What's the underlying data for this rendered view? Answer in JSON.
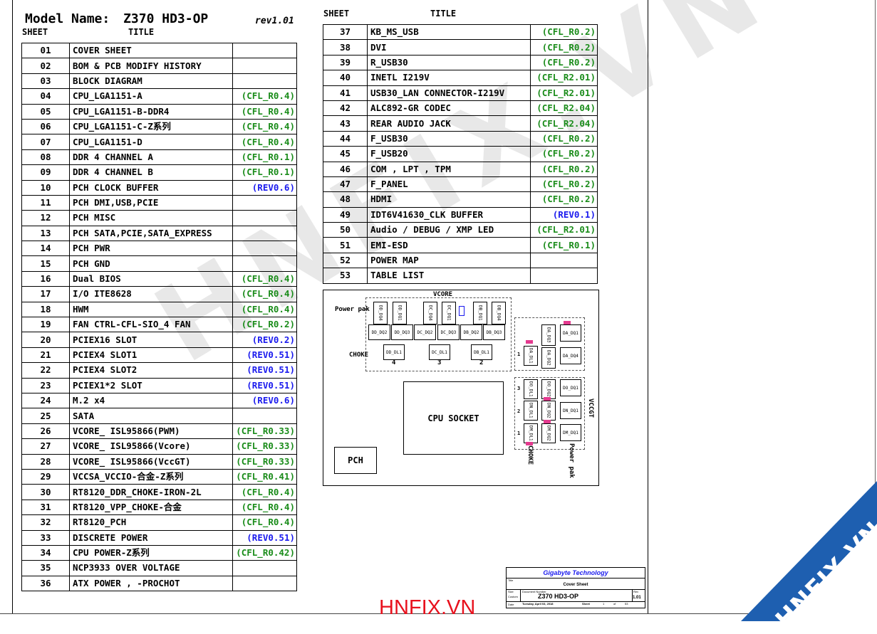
{
  "header": {
    "model_label": "Model Name:",
    "model_name": "Z370 HD3-OP",
    "rev": "rev1.01",
    "col_sheet": "SHEET",
    "col_title": "TITLE"
  },
  "left_rows": [
    {
      "no": "01",
      "title": "COVER SHEET",
      "rev": "",
      "c": ""
    },
    {
      "no": "02",
      "title": "BOM & PCB MODIFY HISTORY",
      "rev": "",
      "c": ""
    },
    {
      "no": "03",
      "title": "BLOCK DIAGRAM",
      "rev": "",
      "c": ""
    },
    {
      "no": "04",
      "title": "CPU_LGA1151-A",
      "rev": "(CFL_R0.4)",
      "c": "g"
    },
    {
      "no": "05",
      "title": "CPU_LGA1151-B-DDR4",
      "rev": "(CFL_R0.4)",
      "c": "g"
    },
    {
      "no": "06",
      "title": "CPU_LGA1151-C-Z系列",
      "rev": "(CFL_R0.4)",
      "c": "g"
    },
    {
      "no": "07",
      "title": "CPU_LGA1151-D",
      "rev": "(CFL_R0.4)",
      "c": "g"
    },
    {
      "no": "08",
      "title": "DDR 4 CHANNEL A",
      "rev": "(CFL_R0.1)",
      "c": "g"
    },
    {
      "no": "09",
      "title": "DDR 4 CHANNEL B",
      "rev": "(CFL_R0.1)",
      "c": "g"
    },
    {
      "no": "10",
      "title": "PCH CLOCK BUFFER",
      "rev": "(REV0.6)",
      "c": "b"
    },
    {
      "no": "11",
      "title": "PCH DMI,USB,PCIE",
      "rev": "",
      "c": ""
    },
    {
      "no": "12",
      "title": "PCH MISC",
      "rev": "",
      "c": ""
    },
    {
      "no": "13",
      "title": "PCH SATA,PCIE,SATA_EXPRESS",
      "rev": "",
      "c": ""
    },
    {
      "no": "14",
      "title": "PCH PWR",
      "rev": "",
      "c": ""
    },
    {
      "no": "15",
      "title": "PCH GND",
      "rev": "",
      "c": ""
    },
    {
      "no": "16",
      "title": "Dual BIOS",
      "rev": "(CFL_R0.4)",
      "c": "g"
    },
    {
      "no": "17",
      "title": "I/O ITE8628",
      "rev": "(CFL_R0.4)",
      "c": "g"
    },
    {
      "no": "18",
      "title": "HWM",
      "rev": "(CFL_R0.4)",
      "c": "g"
    },
    {
      "no": "19",
      "title": "FAN CTRL-CFL-SIO_4 FAN",
      "rev": "(CFL_R0.2)",
      "c": "g"
    },
    {
      "no": "20",
      "title": "PCIEX16 SLOT",
      "rev": "(REV0.2)",
      "c": "b"
    },
    {
      "no": "21",
      "title": "PCIEX4 SLOT1",
      "rev": "(REV0.51)",
      "c": "b"
    },
    {
      "no": "22",
      "title": "PCIEX4 SLOT2",
      "rev": "(REV0.51)",
      "c": "b"
    },
    {
      "no": "23",
      "title": "PCIEX1*2 SLOT",
      "rev": "(REV0.51)",
      "c": "b"
    },
    {
      "no": "24",
      "title": "M.2 x4",
      "rev": "(REV0.6)",
      "c": "b"
    },
    {
      "no": "25",
      "title": "SATA",
      "rev": "",
      "c": ""
    },
    {
      "no": "26",
      "title": "VCORE_ ISL95866(PWM)",
      "rev": "(CFL_R0.33)",
      "c": "g"
    },
    {
      "no": "27",
      "title": "VCORE_ ISL95866(Vcore)",
      "rev": "(CFL_R0.33)",
      "c": "g"
    },
    {
      "no": "28",
      "title": "VCORE_ ISL95866(VccGT)",
      "rev": "(CFL_R0.33)",
      "c": "g"
    },
    {
      "no": "29",
      "title": "VCCSA_VCCIO-合金-Z系列",
      "rev": "(CFL_R0.41)",
      "c": "g"
    },
    {
      "no": "30",
      "title": "RT8120_DDR_CHOKE-IRON-2L",
      "rev": "(CFL_R0.4)",
      "c": "g"
    },
    {
      "no": "31",
      "title": "RT8120_VPP_CHOKE-合金",
      "rev": "(CFL_R0.4)",
      "c": "g"
    },
    {
      "no": "32",
      "title": "RT8120_PCH",
      "rev": "(CFL_R0.4)",
      "c": "g"
    },
    {
      "no": "33",
      "title": "DISCRETE POWER",
      "rev": "(REV0.51)",
      "c": "b"
    },
    {
      "no": "34",
      "title": "CPU POWER-Z系列",
      "rev": "(CFL_R0.42)",
      "c": "g"
    },
    {
      "no": "35",
      "title": "NCP3933 OVER VOLTAGE",
      "rev": "",
      "c": ""
    },
    {
      "no": "36",
      "title": "ATX POWER , -PROCHOT",
      "rev": "",
      "c": ""
    }
  ],
  "right_rows": [
    {
      "no": "37",
      "title": "KB_MS_USB",
      "rev": "(CFL_R0.2)",
      "c": "g"
    },
    {
      "no": "38",
      "title": "DVI",
      "rev": "(CFL_R0.2)",
      "c": "g"
    },
    {
      "no": "39",
      "title": "R_USB30",
      "rev": "(CFL_R0.2)",
      "c": "g"
    },
    {
      "no": "40",
      "title": "INETL I219V",
      "rev": "(CFL_R2.01)",
      "c": "g"
    },
    {
      "no": "41",
      "title": "USB30_LAN CONNECTOR-I219V",
      "rev": "(CFL_R2.01)",
      "c": "g"
    },
    {
      "no": "42",
      "title": "ALC892-GR CODEC",
      "rev": "(CFL_R2.04)",
      "c": "g"
    },
    {
      "no": "43",
      "title": "REAR AUDIO JACK",
      "rev": "(CFL_R2.04)",
      "c": "g"
    },
    {
      "no": "44",
      "title": "F_USB30",
      "rev": "(CFL_R0.2)",
      "c": "g"
    },
    {
      "no": "45",
      "title": "F_USB20",
      "rev": "(CFL_R0.2)",
      "c": "g"
    },
    {
      "no": "46",
      "title": "COM , LPT , TPM",
      "rev": "(CFL_R0.2)",
      "c": "g"
    },
    {
      "no": "47",
      "title": "F_PANEL",
      "rev": "(CFL_R0.2)",
      "c": "g"
    },
    {
      "no": "48",
      "title": "HDMI",
      "rev": "(CFL_R0.2)",
      "c": "g"
    },
    {
      "no": "49",
      "title": "IDT6V41630_CLK BUFFER",
      "rev": "(REV0.1)",
      "c": "b"
    },
    {
      "no": "50",
      "title": "Audio / DEBUG / XMP LED",
      "rev": "(CFL_R2.01)",
      "c": "g"
    },
    {
      "no": "51",
      "title": "EMI-ESD",
      "rev": "(CFL_R0.1)",
      "c": "g"
    },
    {
      "no": "52",
      "title": "POWER MAP",
      "rev": "",
      "c": ""
    },
    {
      "no": "53",
      "title": "TABLE LIST",
      "rev": "",
      "c": ""
    }
  ],
  "diagram": {
    "vcore": "VCORE",
    "power_pak": "Power pak",
    "choke": "CHOKE",
    "phase_4": "4",
    "phase_3": "3",
    "phase_2": "2",
    "cpu_socket": "CPU SOCKET",
    "pch": "PCH",
    "vccgt": "VCCGT",
    "choke_v": "CHOKE",
    "power_pak_v": "Power pak",
    "top_dq": [
      "DD_DQ4",
      "DD_DQ1",
      "DC_DQ4",
      "DC_DQ1",
      "DB_DQ1",
      "DB_DQ4"
    ],
    "mid_dq": [
      "DD_DQ2",
      "DD_DQ3",
      "DC_DQ2",
      "DC_DQ3",
      "DB_DQ2",
      "DB_DQ3"
    ],
    "dl": [
      "DD_DL1",
      "DC_DL1",
      "DB_DL1"
    ],
    "da": [
      "DA_DQ3",
      "DA_DQ1",
      "DA_DL1",
      "DA_DQ2",
      "DA_DQ4"
    ],
    "gt": [
      "DO_DL1",
      "DO_DQ2",
      "DO_DQ1",
      "DN_DL1",
      "DN_DQ2",
      "DN_DQ1",
      "DM_DL1",
      "DM_DQ2",
      "DM_DQ1"
    ],
    "gt_nums": [
      "3",
      "2",
      "1"
    ],
    "da_num": "1"
  },
  "title_block": {
    "company": "Gigabyte Technology",
    "title": "Cover Sheet",
    "doc_number": "Z370 HD3-OP",
    "rev": "1.01",
    "date": "Tuesday, April 03, 2018",
    "sheet_label": "Sheet",
    "sheet_no": "1",
    "of": "of",
    "total": "53",
    "lbl_title": "Title",
    "lbl_size": "Size",
    "lbl_custom": "Custom",
    "lbl_docnum": "Document Number",
    "lbl_rev": "Rev",
    "lbl_date": "Date"
  },
  "watermark": "HNFIX.VN",
  "corner_logo": "HNFIX.VN",
  "bottom_logo": "HNFIX.VN",
  "colors": {
    "green": "#1a8c1a",
    "blue": "#1a1aee",
    "logo_blue": "#1e5fb0",
    "brand_red": "#e8111d"
  }
}
